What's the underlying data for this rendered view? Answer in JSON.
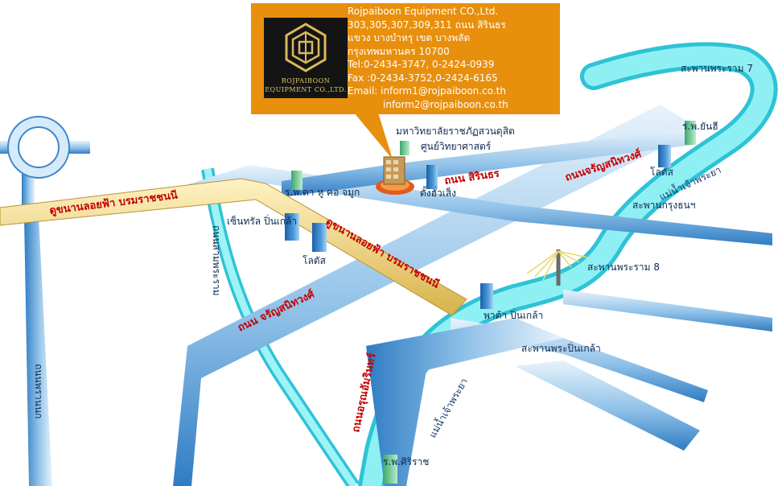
{
  "company": {
    "name": "Rojpaiboon Equipment CO.,Ltd.",
    "address_line1": "303,305,307,309,311 ถนน สิรินธร",
    "address_line2": "แขวง บางบำหรุ  เขต บางพลัด",
    "address_line3": "กรุงเทพมหานคร 10700",
    "tel": "Tel:0-2434-3747, 0-2424-0939",
    "fax": "Fax :0-2434-3752,0-2424-6165",
    "email1": "Email: inform1@rojpaiboon.co.th",
    "email2": "inform2@rojpaiboon.co.th",
    "logo_line1": "ROJPAIBOON",
    "logo_line2": "EQUIPMENT CO.,LTD."
  },
  "roads": {
    "expressway_left": "ดูขนานลอยฟ้า บรมราชชนนี",
    "expressway_right": "ดูขนานลอยฟ้า บรมราชชนนี",
    "charan_left": "ถนน จรัญสนิทวงศ์",
    "charan_right": "ถนนจรัญสนิทวงศ์",
    "sirindhorn": "ถนน สิรินธร",
    "arun": "ถนนอรุณอัมรินทร์",
    "sathon": "ถนนสามพระราม",
    "phran_nok": "ถนนพรานนก"
  },
  "places": {
    "rajabhat": "มหาวิทยาลัยราชภัฏสวนดุสิต",
    "science_center": "ศูนย์วิทยาศาสตร์",
    "tang_hua_seng": "ตั้งฮั่วเส็ง",
    "hospital_ta": "ร.พ.ตา หู คอ จมูก",
    "central": "เซ็นทรัล ปิ่นเกล้า",
    "lotus_left": "โลตัส",
    "lotus_right": "โลตัส",
    "yanhee": "ร.พ.ยันฮี",
    "pata": "พาต้า ปิ่นเกล้า",
    "siriraj": "ร.พ.ศิริราช"
  },
  "bridges": {
    "rama7": "สะพานพระราม 7",
    "krungthon": "สะพานกรุงธนฯ",
    "rama8": "สะพานพระราม 8",
    "pinklao": "สะพานพระปิ่นเกล้า"
  },
  "rivers": {
    "upper": "แม่น้ำเจ้าพระยา",
    "lower": "แม่น้ำเจ้าพระยา"
  },
  "colors": {
    "card": "#e88f0d",
    "river": "#63e2ea",
    "road": "#3f86c9",
    "expressway": "#e3c45c",
    "road_label": "#c40000"
  },
  "icons": {
    "logo": "rojpaiboon-logo-icon",
    "company_building": "office-building-icon",
    "landmark": "landmark-building-icon",
    "bridge": "cable-bridge-icon",
    "roundabout": "roundabout-icon"
  }
}
